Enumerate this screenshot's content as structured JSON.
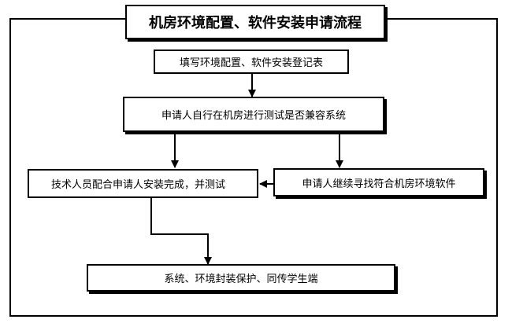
{
  "title": "机房环境配置、软件安装申请流程",
  "steps": {
    "fill_form": "填写环境配置、软件安装登记表",
    "self_test": "申请人自行在机房进行测试是否兼容系统",
    "tech_install": "技术人员配合申请人安装完成，并测试",
    "continue_search": "申请人继续寻找符合机房环境软件",
    "protect_sync": "系统、环境封装保护、同传学生端"
  },
  "colors": {
    "line": "#000000",
    "background": "#ffffff"
  }
}
